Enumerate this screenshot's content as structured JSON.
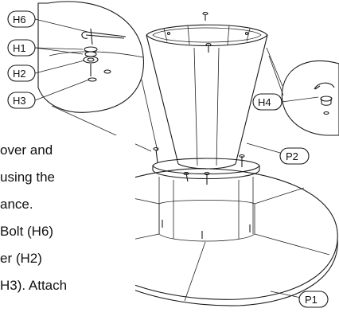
{
  "callouts": {
    "h6": "H6",
    "h1": "H1",
    "h2": "H2",
    "h3": "H3",
    "h4": "H4",
    "p1": "P1",
    "p2": "P2"
  },
  "instructions": {
    "line1": "over and",
    "line2": "using the",
    "line3": "ance.",
    "line4": "Bolt (H6)",
    "line5": "er (H2)",
    "line6": "H3). Attach"
  }
}
